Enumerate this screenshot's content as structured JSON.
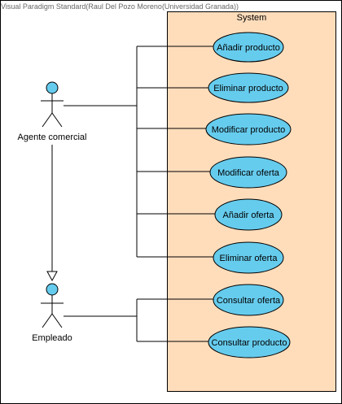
{
  "watermark": "Visual Paradigm Standard(Raul Del Pozo Moreno(Universidad Granada))",
  "system": {
    "label": "System",
    "fill": "#FFDDBB"
  },
  "actors": [
    {
      "id": "agente",
      "label": "Agente comercial"
    },
    {
      "id": "empleado",
      "label": "Empleado"
    }
  ],
  "use_cases": [
    {
      "id": "uc1",
      "label": "Añadir producto",
      "actor": "agente"
    },
    {
      "id": "uc2",
      "label": "Eliminar producto",
      "actor": "agente"
    },
    {
      "id": "uc3",
      "label": "Modificar producto",
      "actor": "agente"
    },
    {
      "id": "uc4",
      "label": "Modificar oferta",
      "actor": "agente"
    },
    {
      "id": "uc5",
      "label": "Añadir oferta",
      "actor": "agente"
    },
    {
      "id": "uc6",
      "label": "Eliminar oferta",
      "actor": "agente"
    },
    {
      "id": "uc7",
      "label": "Consultar oferta",
      "actor": "empleado"
    },
    {
      "id": "uc8",
      "label": "Consultar producto",
      "actor": "empleado"
    }
  ],
  "generalization": {
    "from": "agente",
    "to": "empleado"
  },
  "colors": {
    "use_case_fill": "#66CCEE",
    "actor_head": "#66CCEE",
    "line": "#000000"
  }
}
